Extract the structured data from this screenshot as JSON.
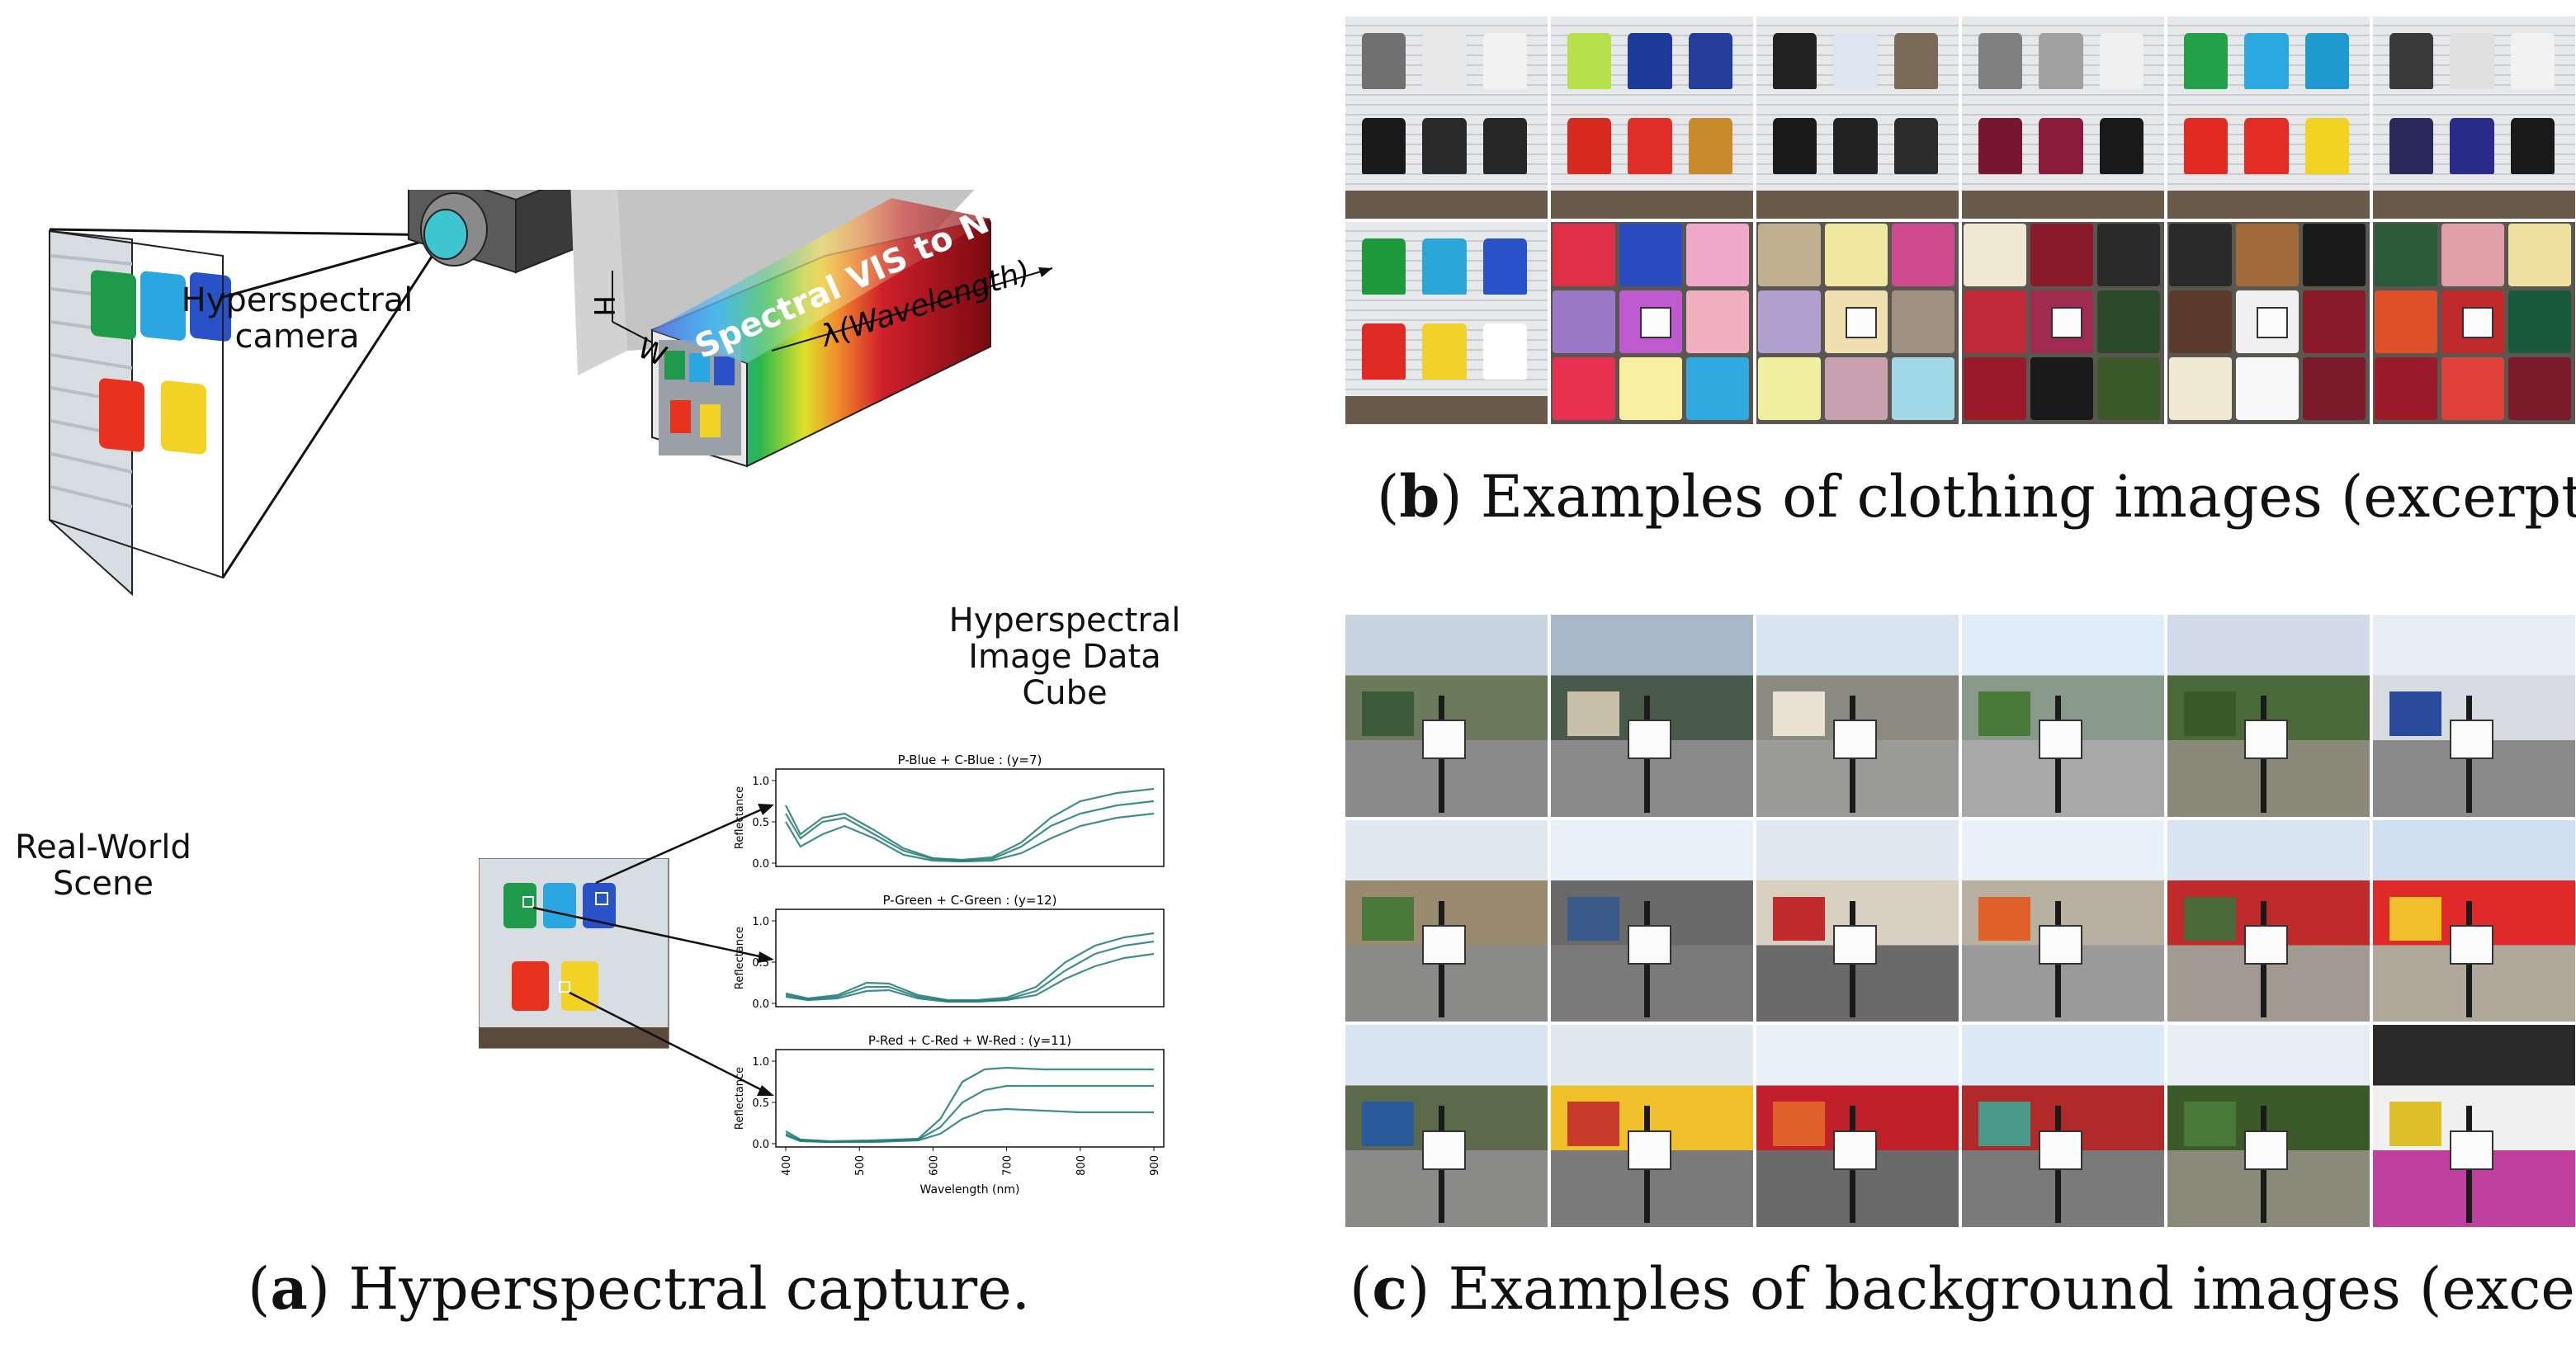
{
  "panel_a": {
    "camera_label": "Hyperspectral camera",
    "scene_label": "Real-World Scene",
    "cube_label": "Hyperspectral Image Data Cube",
    "cube_face_text": "Spectral VIS to NIR",
    "wavelength_axis": "λ(Wavelength)",
    "h_axis": "H",
    "w_axis": "W",
    "caption_letter": "a",
    "caption_text": "Hyperspectral capture."
  },
  "panel_b": {
    "caption_letter": "b",
    "caption_text": "Examples of clothing images (excerpt).",
    "rows": [
      [
        {
          "scene": "rack",
          "colors": [
            "#707070",
            "#e8e8e8",
            "#f2f2f2",
            "#1a1a1a",
            "#2a2a2a",
            "#262626"
          ]
        },
        {
          "scene": "rack",
          "colors": [
            "#b8e04a",
            "#1d3a9a",
            "#243c9a",
            "#d62b1e",
            "#e02e28",
            "#c98a2e"
          ]
        },
        {
          "scene": "rack",
          "colors": [
            "#222222",
            "#dde6f0",
            "#7a6a58",
            "#1a1a1a",
            "#222222",
            "#2b2b2b"
          ]
        },
        {
          "scene": "rack",
          "colors": [
            "#808080",
            "#a0a0a0",
            "#f0f0f0",
            "#7a1530",
            "#8a1b3a",
            "#1a1a1a"
          ]
        },
        {
          "scene": "rack",
          "colors": [
            "#22a04a",
            "#2aa8e0",
            "#1f9ad0",
            "#e02a22",
            "#e22c24",
            "#f2d220"
          ]
        },
        {
          "scene": "rack",
          "colors": [
            "#3a3a3a",
            "#e0e0e0",
            "#f2f2f2",
            "#2a2a5a",
            "#2b2b8a",
            "#1a1a1a"
          ]
        }
      ],
      [
        {
          "scene": "rack",
          "colors": [
            "#1e9a3c",
            "#2aa6d8",
            "#2a52c8",
            "#e02a24",
            "#f2d22a",
            "#ffffff"
          ]
        },
        {
          "scene": "floor",
          "colors": [
            "#e03048",
            "#2a4ac0",
            "#f0a8c8",
            "#9a7ac8",
            "#c05ad0",
            "#f0b0c0",
            "#e83050",
            "#f8f0a0",
            "#30a8e0"
          ]
        },
        {
          "scene": "floor",
          "colors": [
            "#c0b090",
            "#f0e8a0",
            "#d04a90",
            "#b0a0d0",
            "#f0e0b0",
            "#a09080",
            "#f0f0a0",
            "#c8a0b0",
            "#a0d8e8"
          ]
        },
        {
          "scene": "floor",
          "colors": [
            "#f0e8d0",
            "#8a1a2a",
            "#2a2a2a",
            "#c02a3a",
            "#a02a50",
            "#2a4a2a",
            "#9a1a2a",
            "#1a1a1a",
            "#3a5a2a"
          ]
        },
        {
          "scene": "floor",
          "colors": [
            "#2a2a2a",
            "#a06a3a",
            "#1a1a1a",
            "#5a3a2a",
            "#f0f0f0",
            "#8a1a2a",
            "#f0e8d0",
            "#f8f8f8",
            "#7a1a2a"
          ]
        },
        {
          "scene": "floor",
          "colors": [
            "#2a5a3a",
            "#e0a0a8",
            "#f0e0a0",
            "#e0502a",
            "#c02a2a",
            "#1a5a3a",
            "#9a1a2a",
            "#e0403a",
            "#7a1a2a"
          ]
        }
      ]
    ]
  },
  "panel_c": {
    "caption_letter": "c",
    "caption_text": "Examples of background images (excerpt).",
    "rows": [
      [
        {
          "sky": "#c8d4e0",
          "top": "#6a7a5a",
          "ground": "#8a8a8a",
          "accent": "#3a5a3a"
        },
        {
          "sky": "#a8b8c8",
          "top": "#4a5a4a",
          "ground": "#8a8a8a",
          "accent": "#c8c0a8"
        },
        {
          "sky": "#d8e4f0",
          "top": "#8a8a80",
          "ground": "#9a9a98",
          "accent": "#e8e0d0"
        },
        {
          "sky": "#e0ecf8",
          "top": "#8a9a8a",
          "ground": "#a8a8a8",
          "accent": "#4a7a3a"
        },
        {
          "sky": "#d0dae8",
          "top": "#4a6a3a",
          "ground": "#8a8878",
          "accent": "#3a5a2a"
        },
        {
          "sky": "#e8eef4",
          "top": "#d8dce0",
          "ground": "#8a8a8a",
          "accent": "#2a4a9a"
        }
      ],
      [
        {
          "sky": "#e0e8f0",
          "top": "#9a8a70",
          "ground": "#8a8a88",
          "accent": "#4a7a3a"
        },
        {
          "sky": "#e8f0f8",
          "top": "#6a6a6a",
          "ground": "#7a7a7a",
          "accent": "#3a5a8a"
        },
        {
          "sky": "#e0e8f0",
          "top": "#d8d0c0",
          "ground": "#6a6a6a",
          "accent": "#c02a2a"
        },
        {
          "sky": "#e8f0f8",
          "top": "#b8b0a0",
          "ground": "#9a9a9a",
          "accent": "#e0602a"
        },
        {
          "sky": "#d8e4f0",
          "top": "#c02a2a",
          "ground": "#a09a90",
          "accent": "#4a6a3a"
        },
        {
          "sky": "#d0e0f0",
          "top": "#e02a2a",
          "ground": "#b0a89a",
          "accent": "#f0c02a"
        }
      ],
      [
        {
          "sky": "#d8e4f0",
          "top": "#5a6a4a",
          "ground": "#8a8a88",
          "accent": "#2a5a9a"
        },
        {
          "sky": "#e0e8f0",
          "top": "#f0c02a",
          "ground": "#7a7a7a",
          "accent": "#c83a2a"
        },
        {
          "sky": "#e8f0f8",
          "top": "#c0202a",
          "ground": "#6a6a6a",
          "accent": "#e0602a"
        },
        {
          "sky": "#dce8f4",
          "top": "#b02a2a",
          "ground": "#7a7a7a",
          "accent": "#4a9a8a"
        },
        {
          "sky": "#e8eef4",
          "top": "#3a5a2a",
          "ground": "#8a8a7a",
          "accent": "#4a7a3a"
        },
        {
          "sky": "#2a2a2a",
          "top": "#f0f0f0",
          "ground": "#c040a0",
          "accent": "#e0c02a"
        }
      ]
    ]
  },
  "chart_data": [
    {
      "type": "line",
      "title": "P-Blue + C-Blue : (y=7)",
      "ylabel": "Reflectance",
      "xlim": [
        400,
        900
      ],
      "ylim": [
        0.0,
        1.1
      ],
      "yticks": [
        "0.0",
        "0.5",
        "1.0"
      ],
      "color": "#1f7a76",
      "series": [
        {
          "x": [
            400,
            420,
            450,
            480,
            520,
            560,
            600,
            640,
            680,
            720,
            760,
            800,
            850,
            900
          ],
          "y": [
            0.6,
            0.3,
            0.5,
            0.55,
            0.35,
            0.15,
            0.05,
            0.03,
            0.05,
            0.2,
            0.45,
            0.6,
            0.7,
            0.75
          ]
        },
        {
          "x": [
            400,
            420,
            450,
            480,
            520,
            560,
            600,
            640,
            680,
            720,
            760,
            800,
            850,
            900
          ],
          "y": [
            0.5,
            0.2,
            0.35,
            0.45,
            0.3,
            0.1,
            0.03,
            0.02,
            0.03,
            0.12,
            0.3,
            0.45,
            0.55,
            0.6
          ]
        },
        {
          "x": [
            400,
            420,
            450,
            480,
            520,
            560,
            600,
            640,
            680,
            720,
            760,
            800,
            850,
            900
          ],
          "y": [
            0.7,
            0.35,
            0.55,
            0.6,
            0.4,
            0.18,
            0.06,
            0.04,
            0.07,
            0.25,
            0.55,
            0.75,
            0.85,
            0.9
          ]
        }
      ]
    },
    {
      "type": "line",
      "title": "P-Green + C-Green : (y=12)",
      "ylabel": "Reflectance",
      "xlim": [
        400,
        900
      ],
      "ylim": [
        0.0,
        1.1
      ],
      "yticks": [
        "0.0",
        "0.5",
        "1.0"
      ],
      "color": "#1f7a76",
      "series": [
        {
          "x": [
            400,
            430,
            470,
            510,
            540,
            580,
            620,
            660,
            700,
            740,
            780,
            820,
            860,
            900
          ],
          "y": [
            0.1,
            0.05,
            0.08,
            0.2,
            0.2,
            0.08,
            0.03,
            0.03,
            0.05,
            0.15,
            0.4,
            0.6,
            0.7,
            0.75
          ]
        },
        {
          "x": [
            400,
            430,
            470,
            510,
            540,
            580,
            620,
            660,
            700,
            740,
            780,
            820,
            860,
            900
          ],
          "y": [
            0.08,
            0.04,
            0.06,
            0.15,
            0.16,
            0.06,
            0.02,
            0.02,
            0.04,
            0.1,
            0.3,
            0.45,
            0.55,
            0.6
          ]
        },
        {
          "x": [
            400,
            430,
            470,
            510,
            540,
            580,
            620,
            660,
            700,
            740,
            780,
            820,
            860,
            900
          ],
          "y": [
            0.12,
            0.06,
            0.1,
            0.25,
            0.24,
            0.1,
            0.04,
            0.04,
            0.07,
            0.2,
            0.5,
            0.7,
            0.8,
            0.85
          ]
        }
      ]
    },
    {
      "type": "line",
      "title": "P-Red + C-Red + W-Red : (y=11)",
      "ylabel": "Reflectance",
      "xlabel": "Wavelength (nm)",
      "xlim": [
        400,
        900
      ],
      "ylim": [
        0.0,
        1.1
      ],
      "xticks": [
        "400",
        "500",
        "600",
        "700",
        "800",
        "900"
      ],
      "yticks": [
        "0.0",
        "0.5",
        "1.0"
      ],
      "color": "#1f7a76",
      "series": [
        {
          "x": [
            400,
            420,
            460,
            520,
            580,
            610,
            640,
            670,
            700,
            750,
            800,
            850,
            900
          ],
          "y": [
            0.15,
            0.05,
            0.03,
            0.04,
            0.06,
            0.3,
            0.75,
            0.9,
            0.92,
            0.9,
            0.9,
            0.9,
            0.9
          ]
        },
        {
          "x": [
            400,
            420,
            460,
            520,
            580,
            610,
            640,
            670,
            700,
            750,
            800,
            850,
            900
          ],
          "y": [
            0.12,
            0.04,
            0.02,
            0.03,
            0.05,
            0.2,
            0.5,
            0.65,
            0.7,
            0.7,
            0.7,
            0.7,
            0.7
          ]
        },
        {
          "x": [
            400,
            420,
            460,
            520,
            580,
            610,
            640,
            670,
            700,
            750,
            800,
            850,
            900
          ],
          "y": [
            0.1,
            0.03,
            0.02,
            0.02,
            0.04,
            0.12,
            0.3,
            0.4,
            0.42,
            0.4,
            0.38,
            0.38,
            0.38
          ]
        }
      ]
    }
  ]
}
